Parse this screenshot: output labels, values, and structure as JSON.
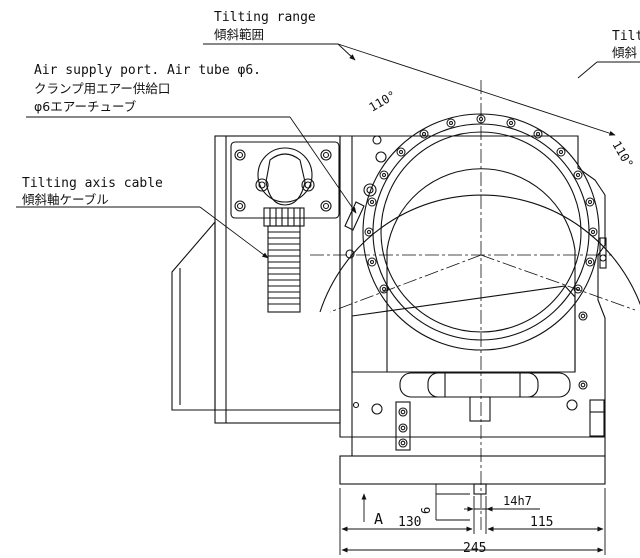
{
  "callouts": {
    "tilting_range_en": "Tilting range",
    "tilting_range_jp": "傾斜範囲",
    "tilting_range_en_cut": "Tilt",
    "tilting_range_jp_cut": "傾斜",
    "air_supply_en": "Air supply port. Air tube φ6.",
    "air_supply_jp1": "クランプ用エアー供給口",
    "air_supply_jp2": "φ6エアーチューブ",
    "tilting_cable_en": "Tilting axis cable",
    "tilting_cable_jp": "傾斜軸ケーブル"
  },
  "angles": {
    "left": "110°",
    "right": "110°"
  },
  "dimensions": {
    "view_label": "A",
    "d130": "130",
    "d115": "115",
    "d245": "245",
    "key_width": "14h7",
    "key_depth": "6"
  }
}
